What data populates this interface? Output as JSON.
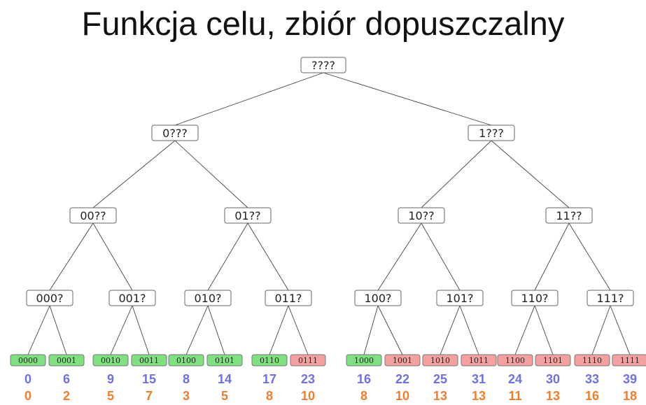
{
  "title": "Funkcja celu, zbiór dopuszczalny",
  "colors": {
    "feasible": "#7fe07f",
    "infeasible": "#f5a0a0",
    "blue": "#6f6fe6",
    "orange": "#f07d2c"
  },
  "root": "????",
  "level1": [
    "0???",
    "1???"
  ],
  "level2": [
    "00??",
    "01??",
    "10??",
    "11??"
  ],
  "level3": [
    "000?",
    "001?",
    "010?",
    "011?",
    "100?",
    "101?",
    "110?",
    "111?"
  ],
  "leaves": [
    {
      "label": "0000",
      "feasible": true,
      "blue": "0",
      "orange": "0"
    },
    {
      "label": "0001",
      "feasible": true,
      "blue": "6",
      "orange": "2"
    },
    {
      "label": "0010",
      "feasible": true,
      "blue": "9",
      "orange": "5"
    },
    {
      "label": "0011",
      "feasible": true,
      "blue": "15",
      "orange": "7"
    },
    {
      "label": "0100",
      "feasible": true,
      "blue": "8",
      "orange": "3"
    },
    {
      "label": "0101",
      "feasible": true,
      "blue": "14",
      "orange": "5"
    },
    {
      "label": "0110",
      "feasible": true,
      "blue": "17",
      "orange": "8"
    },
    {
      "label": "0111",
      "feasible": false,
      "blue": "23",
      "orange": "10"
    },
    {
      "label": "1000",
      "feasible": true,
      "blue": "16",
      "orange": "8"
    },
    {
      "label": "1001",
      "feasible": false,
      "blue": "22",
      "orange": "10"
    },
    {
      "label": "1010",
      "feasible": false,
      "blue": "25",
      "orange": "13"
    },
    {
      "label": "1011",
      "feasible": false,
      "blue": "31",
      "orange": "13"
    },
    {
      "label": "1100",
      "feasible": false,
      "blue": "24",
      "orange": "11"
    },
    {
      "label": "1101",
      "feasible": false,
      "blue": "30",
      "orange": "13"
    },
    {
      "label": "1110",
      "feasible": false,
      "blue": "33",
      "orange": "16"
    },
    {
      "label": "1111",
      "feasible": false,
      "blue": "39",
      "orange": "18"
    }
  ]
}
